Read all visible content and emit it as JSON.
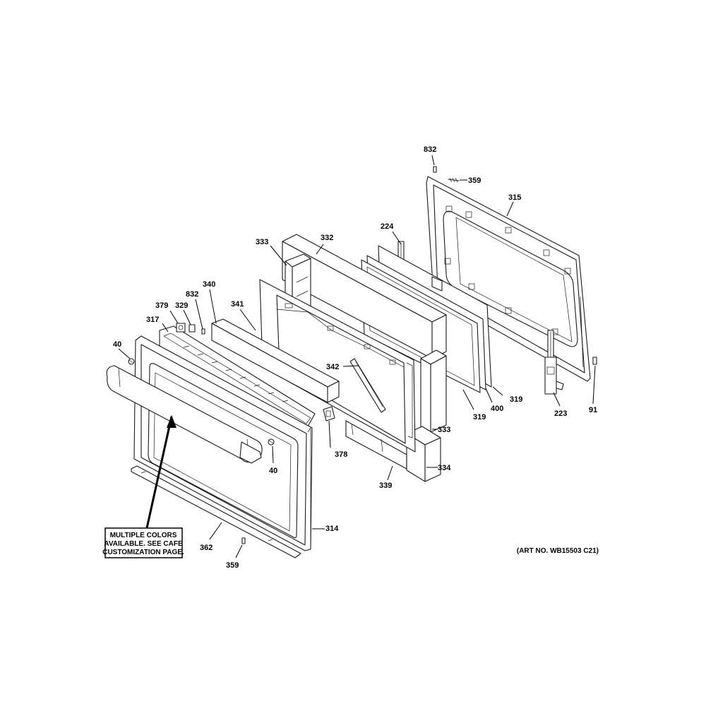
{
  "callouts": {
    "c832_top": "832",
    "c359_top": "359",
    "c315": "315",
    "c224": "224",
    "c332": "332",
    "c333_top": "333",
    "c340": "340",
    "c341": "341",
    "c832_left": "832",
    "c329": "329",
    "c379": "379",
    "c317": "317",
    "c40_left": "40",
    "c342": "342",
    "c319_a": "319",
    "c400": "400",
    "c319_b": "319",
    "c223": "223",
    "c91": "91",
    "c333_bot": "333",
    "c378": "378",
    "c40_right": "40",
    "c334": "334",
    "c339": "339",
    "c314": "314",
    "c362": "362",
    "c359_bot": "359"
  },
  "note": {
    "line1": "MULTIPLE COLORS",
    "line2": "AVAILABLE. SEE CAFE",
    "line3": "CUSTOMIZATION PAGE."
  },
  "art_number": "(ART NO. WB15503 C21)"
}
